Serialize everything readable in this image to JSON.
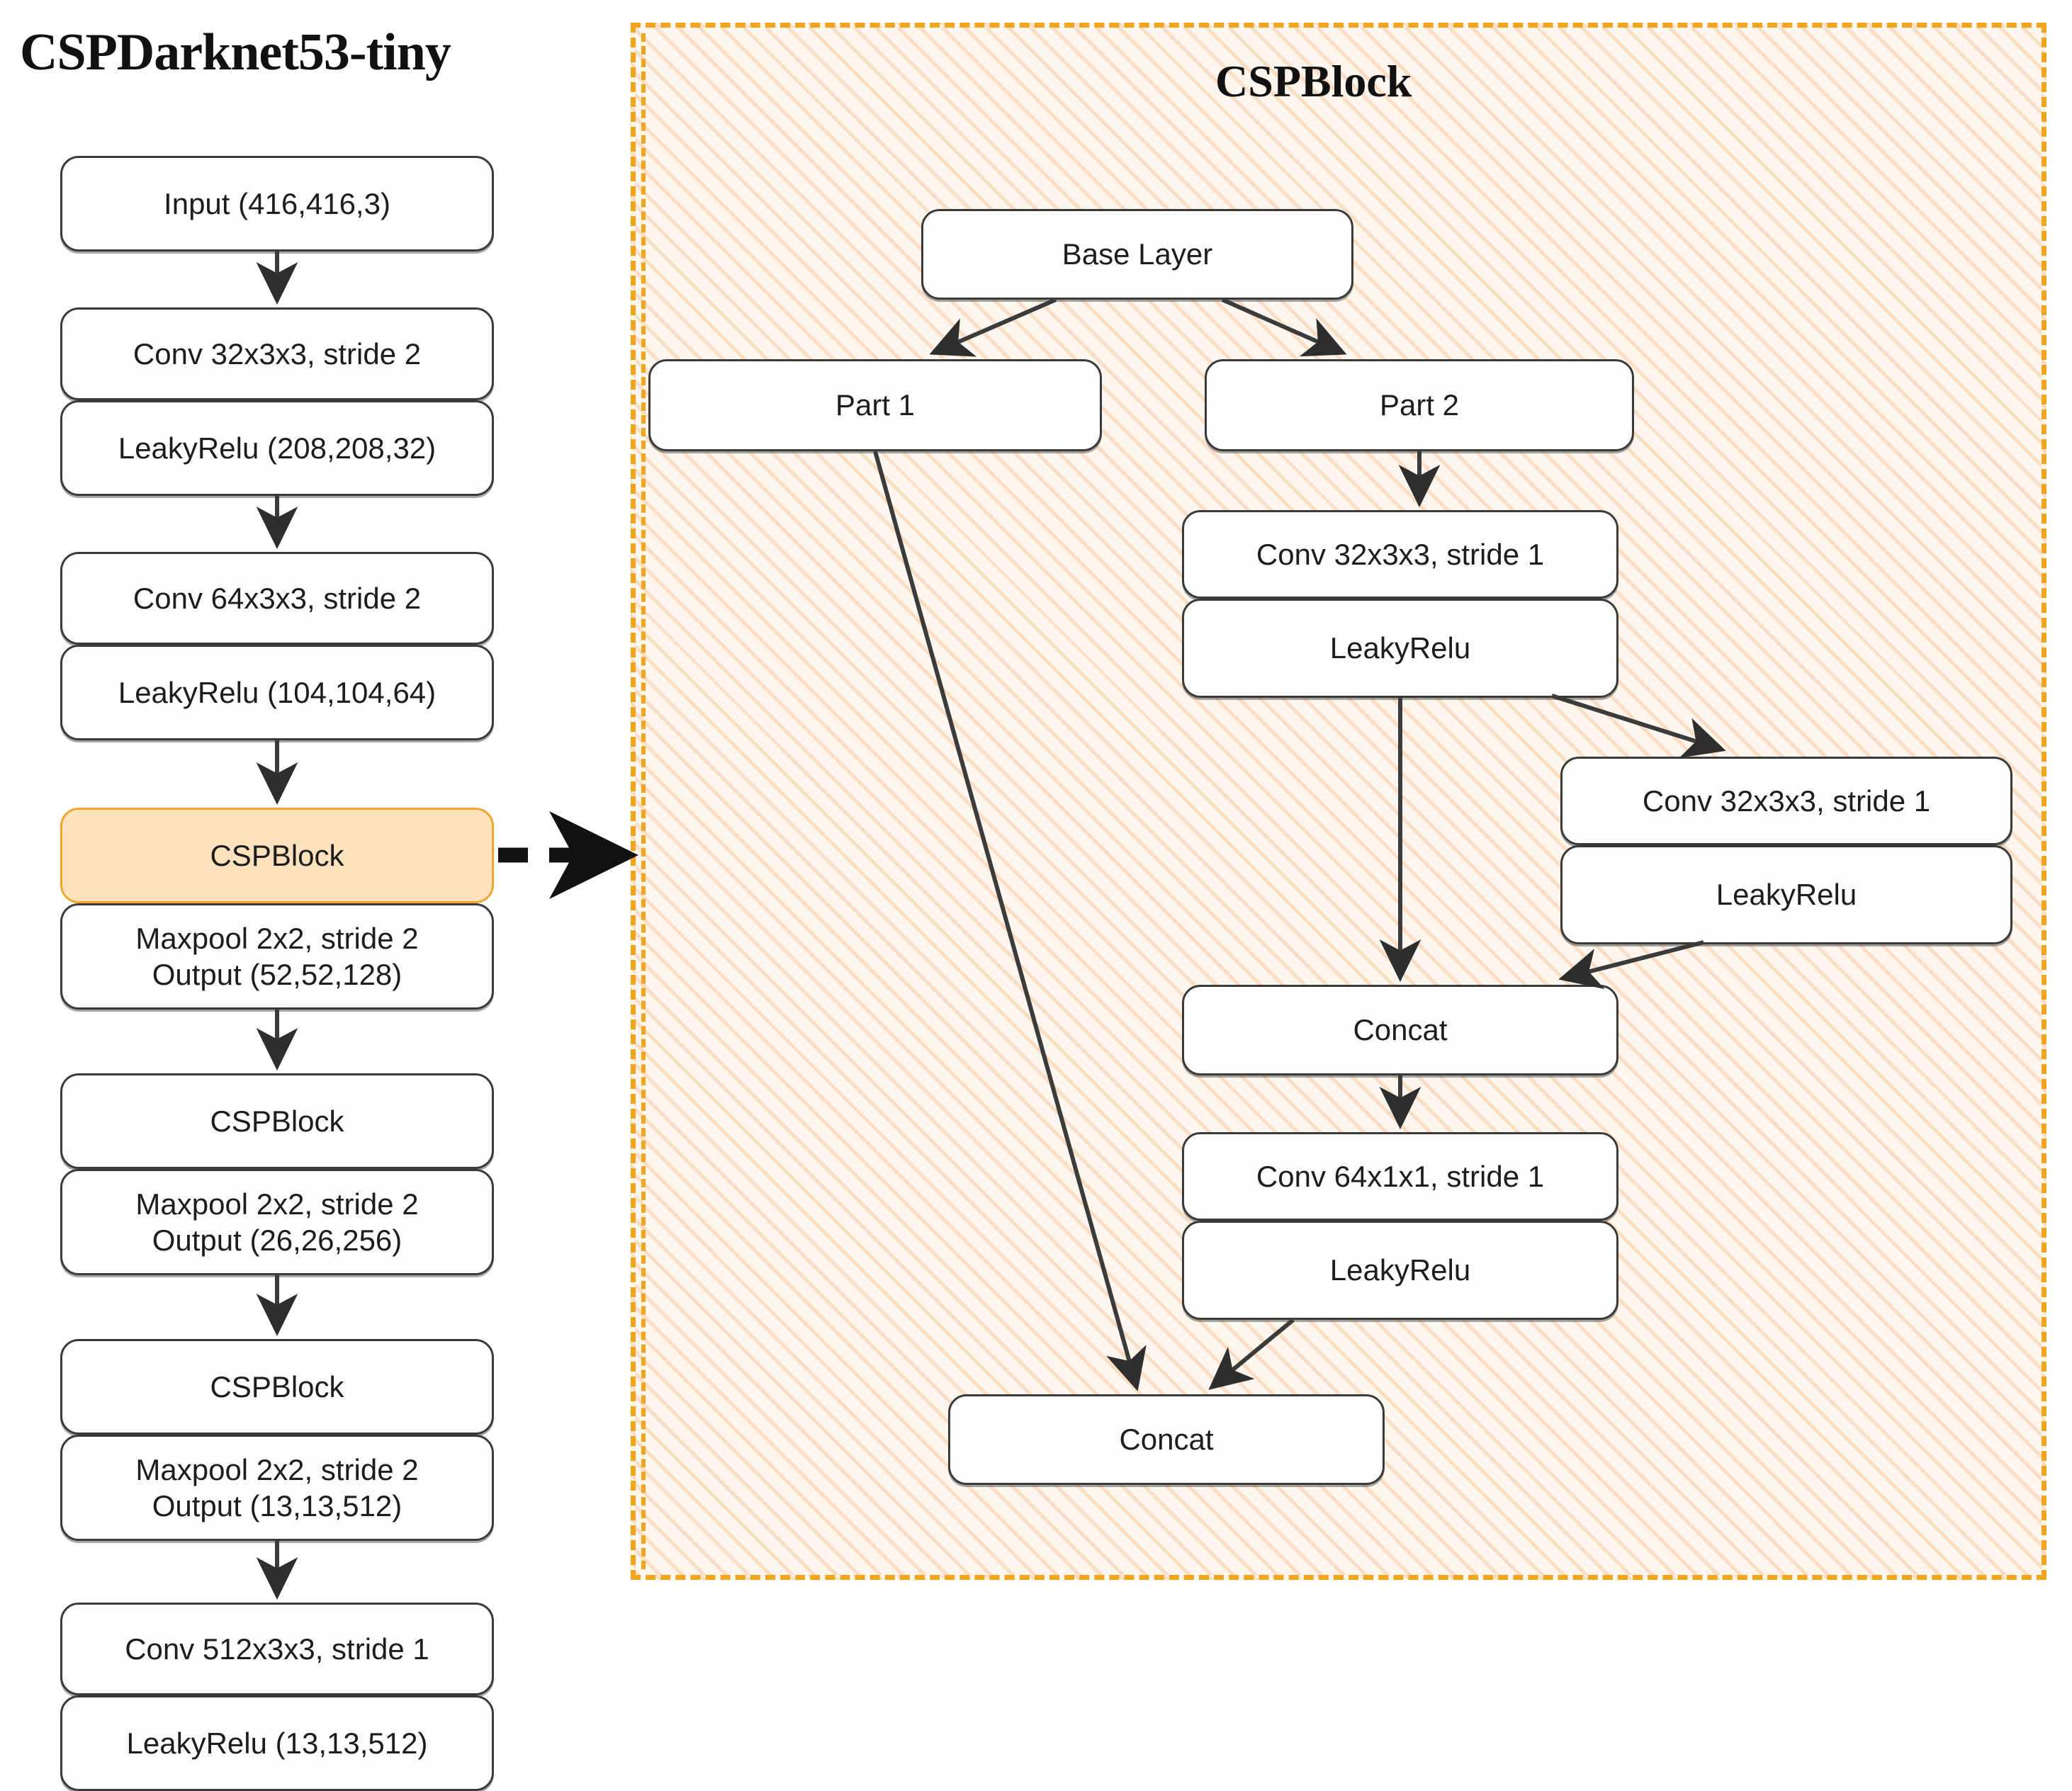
{
  "backbone": {
    "title": "CSPDarknet53-tiny",
    "nodes": [
      {
        "id": "input",
        "label": "Input (416,416,3)"
      },
      {
        "id": "conv32",
        "label": "Conv 32x3x3, stride 2"
      },
      {
        "id": "relu32",
        "label": "LeakyRelu (208,208,32)"
      },
      {
        "id": "conv64",
        "label": "Conv 64x3x3, stride 2"
      },
      {
        "id": "relu64",
        "label": "LeakyRelu (104,104,64)"
      },
      {
        "id": "csp1",
        "label": "CSPBlock"
      },
      {
        "id": "maxpool1",
        "label": "Maxpool 2x2, stride 2\nOutput (52,52,128)"
      },
      {
        "id": "csp2",
        "label": "CSPBlock"
      },
      {
        "id": "maxpool2",
        "label": "Maxpool 2x2, stride 2\nOutput (26,26,256)"
      },
      {
        "id": "csp3",
        "label": "CSPBlock"
      },
      {
        "id": "maxpool3",
        "label": "Maxpool 2x2, stride 2\nOutput (13,13,512)"
      },
      {
        "id": "conv512",
        "label": "Conv 512x3x3, stride 1"
      },
      {
        "id": "relu512",
        "label": "LeakyRelu (13,13,512)"
      }
    ]
  },
  "cspblock": {
    "title": "CSPBlock",
    "nodes": [
      {
        "id": "base",
        "label": "Base Layer"
      },
      {
        "id": "part1",
        "label": "Part 1"
      },
      {
        "id": "part2",
        "label": "Part 2"
      },
      {
        "id": "conv_a",
        "label": "Conv 32x3x3, stride 1"
      },
      {
        "id": "relu_a",
        "label": "LeakyRelu"
      },
      {
        "id": "conv_b",
        "label": "Conv 32x3x3, stride 1"
      },
      {
        "id": "relu_b",
        "label": "LeakyRelu"
      },
      {
        "id": "concat_inner",
        "label": "Concat"
      },
      {
        "id": "conv_c",
        "label": "Conv 64x1x1, stride 1"
      },
      {
        "id": "relu_c",
        "label": "LeakyRelu"
      },
      {
        "id": "concat_outer",
        "label": "Concat"
      }
    ]
  },
  "colors": {
    "highlight_fill": "#fde2bd",
    "highlight_border": "#f3a42b",
    "panel_border": "#f2a41c",
    "panel_fill": "#fdf6ef",
    "node_border": "#3a3a3a",
    "node_fill": "#fefefe",
    "edge": "#3b3b3b",
    "text": "#1d1d1d"
  }
}
